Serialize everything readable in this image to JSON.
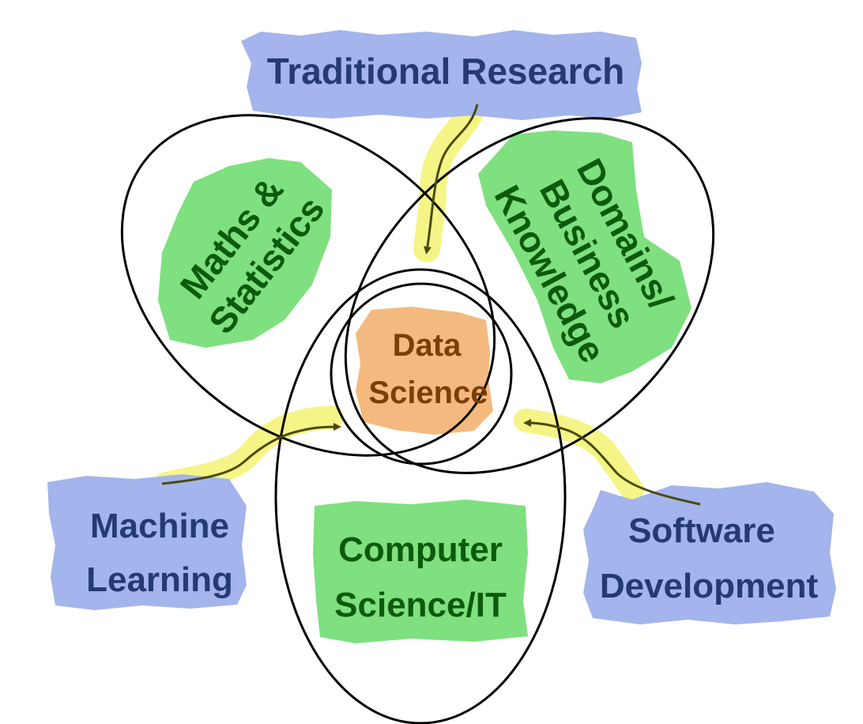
{
  "labels": {
    "traditional_research": "Traditional Research",
    "maths_line1": "Maths &",
    "maths_line2": "Statistics",
    "domains_line1": "Domains/",
    "domains_line2": "Business",
    "domains_line3": "Knowledge",
    "data_science_line1": "Data",
    "data_science_line2": "Science",
    "machine_learning_line1": "Machine",
    "machine_learning_line2": "Learning",
    "computer_line1": "Computer",
    "computer_line2": "Science/IT",
    "software_line1": "Software",
    "software_line2": "Development"
  },
  "colors": {
    "blue_highlight": "#a4b4ec",
    "blue_text": "#253a72",
    "green_highlight": "#7fe07f",
    "green_text": "#0c5a0c",
    "orange_highlight": "#f4b97f",
    "orange_text": "#7a3e06",
    "yellow_highlight": "#f4f47a",
    "arrow": "#4a4a08",
    "outline": "#000000"
  }
}
